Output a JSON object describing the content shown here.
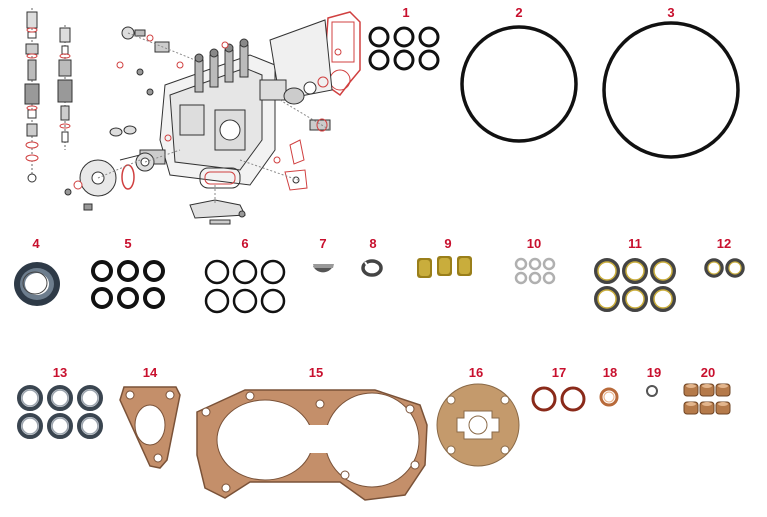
{
  "colors": {
    "callout_number": "#c8102e",
    "gasket": "#c48f6a",
    "ring_black": "#111111",
    "ring_red_highlight": "#d04040",
    "seal_gray": "#5a6a7a",
    "copper": "#b86a3a",
    "brass": "#b89b2a",
    "silver": "#c8c8c8"
  },
  "parts": [
    {
      "number": "1",
      "item": "o-ring-set-small",
      "icon": "six-o-rings-icon"
    },
    {
      "number": "2",
      "item": "large-o-ring",
      "icon": "large-ring-icon"
    },
    {
      "number": "3",
      "item": "large-o-ring",
      "icon": "large-ring-icon"
    },
    {
      "number": "4",
      "item": "shaft-seal",
      "icon": "shaft-seal-icon"
    },
    {
      "number": "5",
      "item": "o-ring-set",
      "icon": "six-o-rings-icon"
    },
    {
      "number": "6",
      "item": "o-ring-set",
      "icon": "six-o-rings-icon"
    },
    {
      "number": "7",
      "item": "woodruff-key",
      "icon": "woodruff-key-icon"
    },
    {
      "number": "8",
      "item": "lock-washer",
      "icon": "lock-washer-icon"
    },
    {
      "number": "9",
      "item": "sleeves",
      "icon": "sleeves-icon"
    },
    {
      "number": "10",
      "item": "small-washers",
      "icon": "washers-icon"
    },
    {
      "number": "11",
      "item": "seal-rings",
      "icon": "seal-rings-icon"
    },
    {
      "number": "12",
      "item": "seal-rings",
      "icon": "seal-rings-icon"
    },
    {
      "number": "13",
      "item": "seal-rings",
      "icon": "seal-rings-icon"
    },
    {
      "number": "14",
      "item": "triangular-gasket",
      "icon": "gasket-icon"
    },
    {
      "number": "15",
      "item": "housing-gasket",
      "icon": "gasket-icon"
    },
    {
      "number": "16",
      "item": "round-gasket",
      "icon": "round-gasket-icon"
    },
    {
      "number": "17",
      "item": "copper-rings",
      "icon": "copper-ring-icon"
    },
    {
      "number": "18",
      "item": "copper-washer",
      "icon": "copper-washer-icon"
    },
    {
      "number": "19",
      "item": "small-o-ring",
      "icon": "small-ring-icon"
    },
    {
      "number": "20",
      "item": "bushings",
      "icon": "bushings-icon"
    }
  ]
}
